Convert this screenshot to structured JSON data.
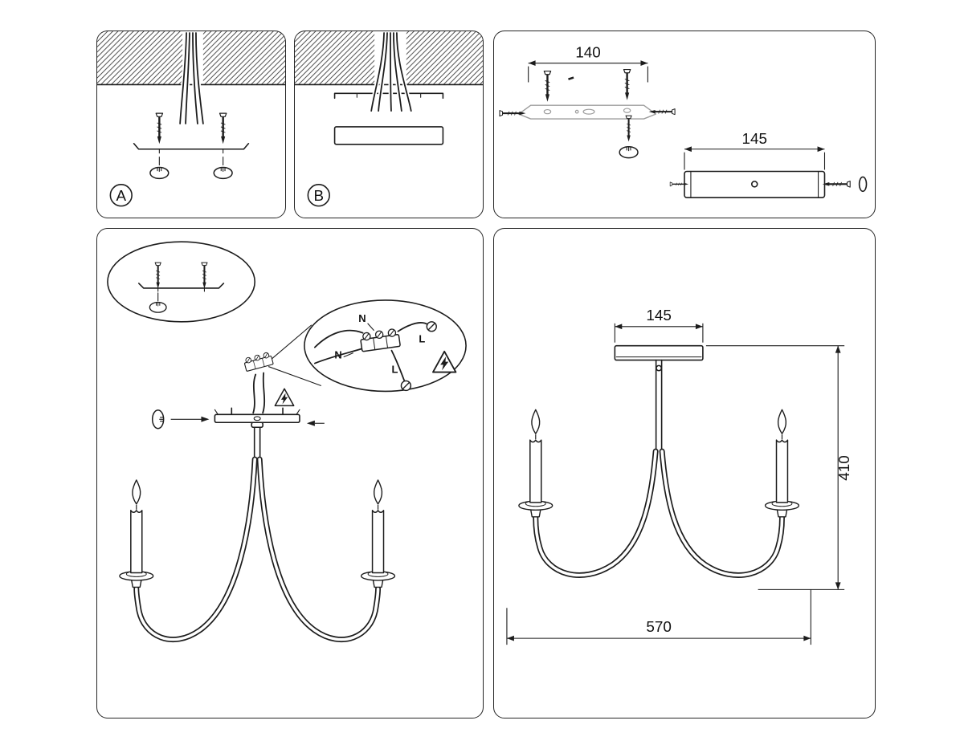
{
  "sheet": {
    "bg": "#ffffff",
    "ink": "#1c1c1c",
    "hardware_gray": "#9c9c9c"
  },
  "steps": {
    "a": "A",
    "b": "B"
  },
  "hardware_dims": {
    "bracket_hole_span": "140",
    "plate_length": "145"
  },
  "wiring_labels": {
    "neutral_top": "N",
    "line_top": "L",
    "neutral_bottom": "N",
    "line_bottom": "L"
  },
  "fixture_dims": {
    "canopy_width": "145",
    "height": "410",
    "width": "570"
  }
}
